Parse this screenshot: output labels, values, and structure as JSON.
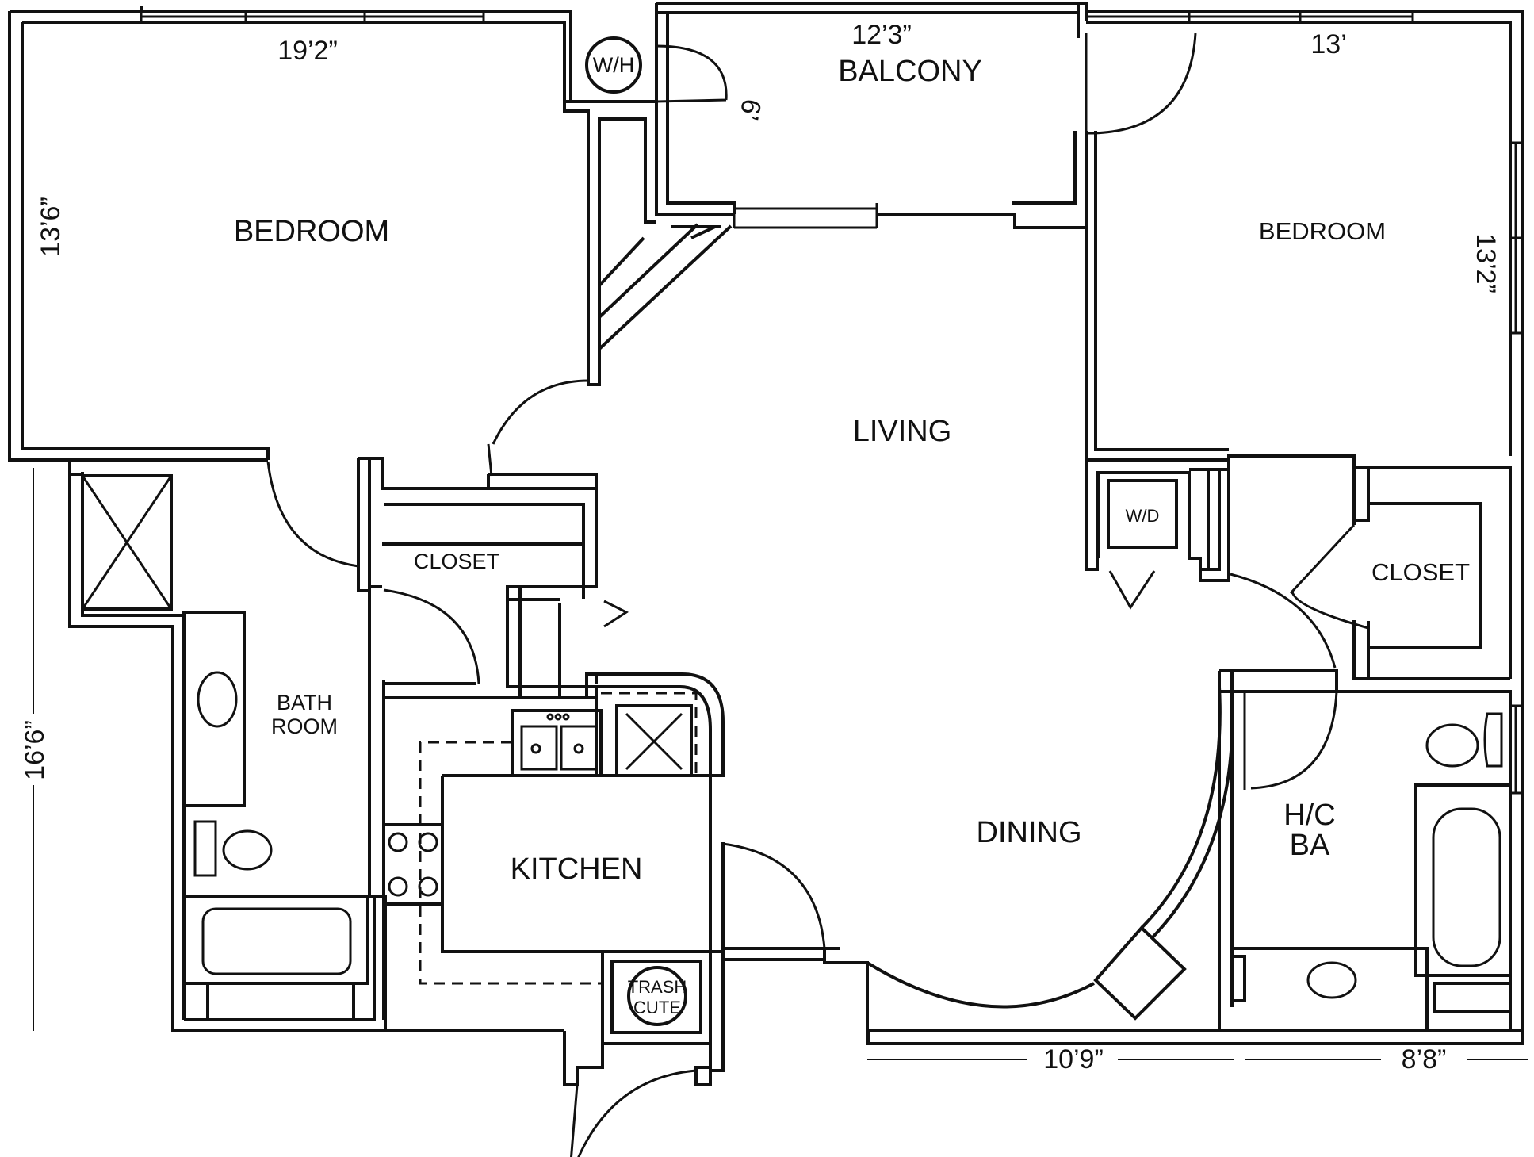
{
  "rooms": {
    "bedroom_left": "BEDROOM",
    "bedroom_right": "BEDROOM",
    "balcony": "BALCONY",
    "living": "LIVING",
    "dining": "DINING",
    "kitchen": "KITCHEN",
    "closet_left": "CLOSET",
    "closet_right": "CLOSET",
    "bath_line1": "BATH",
    "bath_line2": "ROOM",
    "hc_line1": "H/C",
    "hc_line2": "BA"
  },
  "fixtures": {
    "water_heater": "W/H",
    "washer_dryer": "W/D",
    "trash_line1": "TRASH",
    "trash_line2": "CUTE"
  },
  "dimensions": {
    "bedroom_left_width": "19’2”",
    "bedroom_left_depth": "13’6”",
    "balcony_width": "12’3”",
    "balcony_depth": "6’",
    "bedroom_right_width": "13’",
    "bedroom_right_depth": "13’2”",
    "overall_left_depth": "16’6”",
    "dining_width": "10’9”",
    "bath_width": "8’8”"
  }
}
